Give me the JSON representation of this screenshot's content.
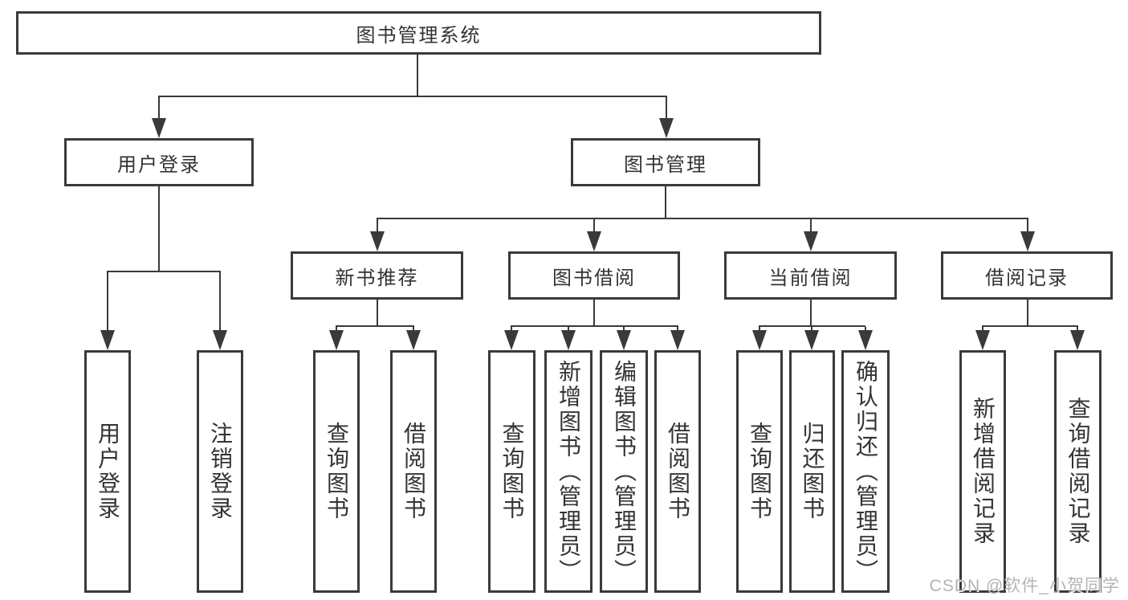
{
  "colors": {
    "line": "#3a3a3a",
    "text": "#333333",
    "background": "#ffffff",
    "watermark": "#b3b3b3"
  },
  "root": {
    "label": "图书管理系统"
  },
  "level2": {
    "user_login": {
      "label": "用户登录"
    },
    "book_mgmt": {
      "label": "图书管理"
    }
  },
  "level3": [
    {
      "label": "新书推荐"
    },
    {
      "label": "图书借阅"
    },
    {
      "label": "当前借阅"
    },
    {
      "label": "借阅记录"
    }
  ],
  "leaves": {
    "user_login": [
      {
        "label": "用户登录"
      },
      {
        "label": "注销登录"
      }
    ],
    "new_book_rec": [
      {
        "label": "查询图书"
      },
      {
        "label": "借阅图书"
      }
    ],
    "book_borrow": [
      {
        "label": "查询图书"
      },
      {
        "label": "新增图书（管理员）"
      },
      {
        "label": "编辑图书（管理员）"
      },
      {
        "label": "借阅图书"
      }
    ],
    "current_borrow": [
      {
        "label": "查询图书"
      },
      {
        "label": "归还图书"
      },
      {
        "label": "确认归还（管理员）"
      }
    ],
    "borrow_record": [
      {
        "label": "新增借阅记录"
      },
      {
        "label": "查询借阅记录"
      }
    ]
  },
  "watermark": {
    "label": "CSDN @软件_小贺同学"
  }
}
